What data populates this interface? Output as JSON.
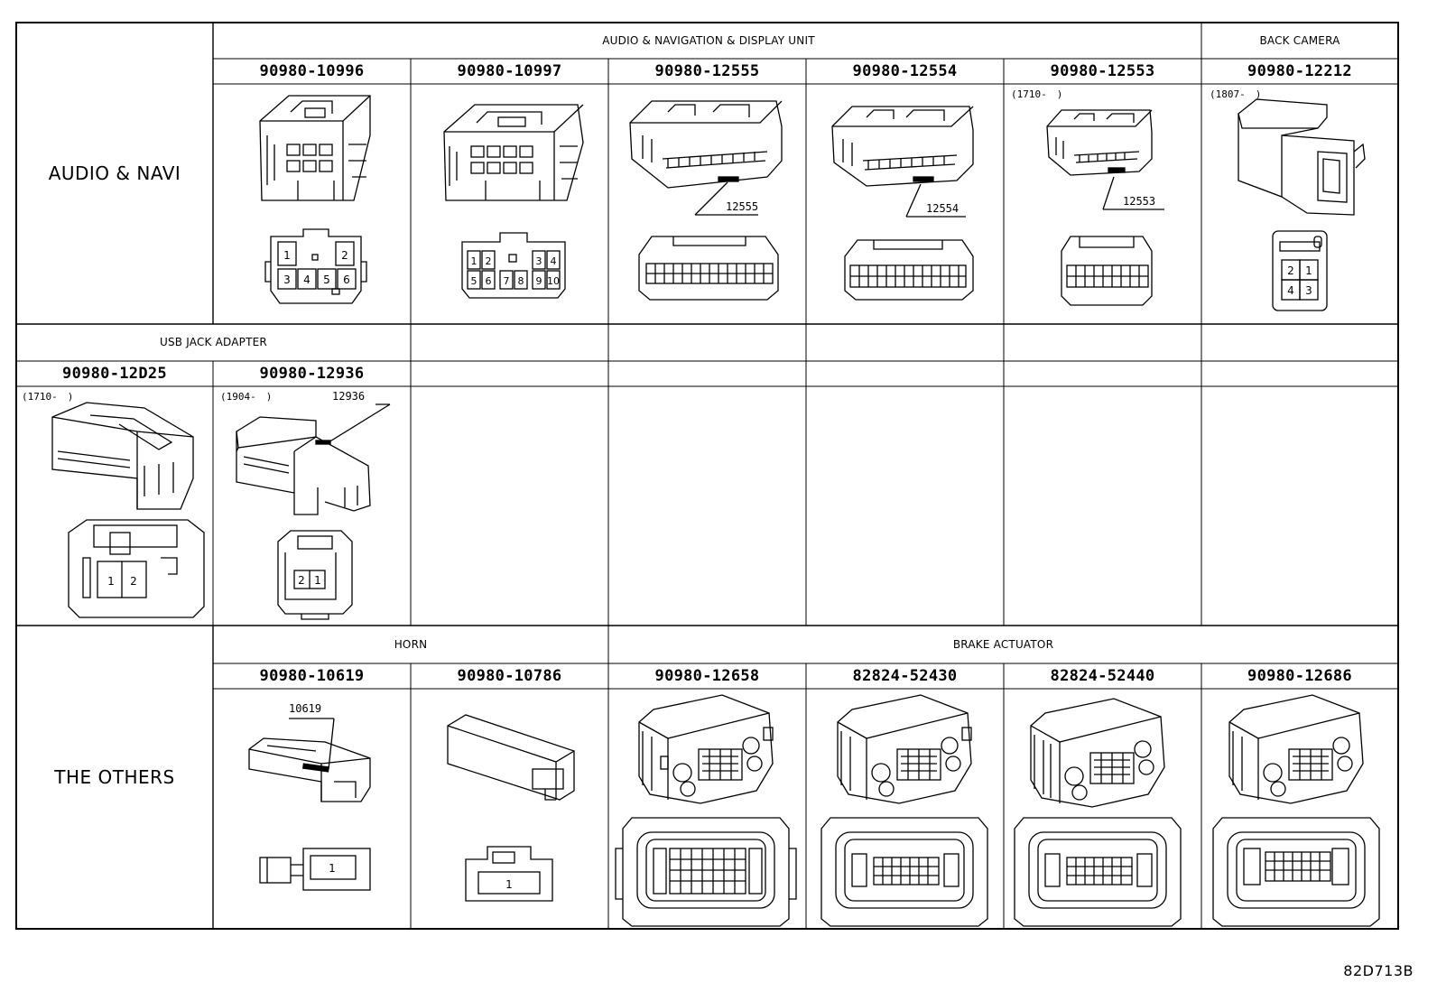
{
  "rows": {
    "audio_navi": "AUDIO & NAVI",
    "others": "THE OTHERS"
  },
  "groups": {
    "audio_nav_display": "AUDIO & NAVIGATION & DISPLAY UNIT",
    "back_camera": "BACK CAMERA",
    "usb_jack": "USB JACK ADAPTER",
    "horn": "HORN",
    "brake_actuator": "BRAKE ACTUATOR"
  },
  "parts": {
    "p10996": "90980-10996",
    "p10997": "90980-10997",
    "p12555": "90980-12555",
    "p12554": "90980-12554",
    "p12553": "90980-12553",
    "p12212": "90980-12212",
    "p12D25": "90980-12D25",
    "p12936": "90980-12936",
    "p10619": "90980-10619",
    "p10786": "90980-10786",
    "p12658": "90980-12658",
    "p52430": "82824-52430",
    "p52440": "82824-52440",
    "p12686": "90980-12686"
  },
  "notes": {
    "n12553": "(1710-　)",
    "n12212": "(1807-　)",
    "n12D25": "(1710-　)",
    "n12936": "(1904-　)"
  },
  "callouts": {
    "c12555": "12555",
    "c12554": "12554",
    "c12553": "12553",
    "c12936": "12936",
    "c10619": "10619"
  },
  "pins": {
    "p10996": [
      "1",
      "2",
      "3",
      "4",
      "5",
      "6"
    ],
    "p10997": [
      "1",
      "2",
      "3",
      "4",
      "5",
      "6",
      "7",
      "8",
      "9",
      "10"
    ],
    "p12212": [
      "2",
      "1",
      "4",
      "3"
    ],
    "p12D25": [
      "1",
      "2"
    ],
    "p12936": [
      "2",
      "1"
    ],
    "p10619": [
      "1"
    ],
    "p10786": [
      "1"
    ]
  },
  "footer": "82D713B"
}
